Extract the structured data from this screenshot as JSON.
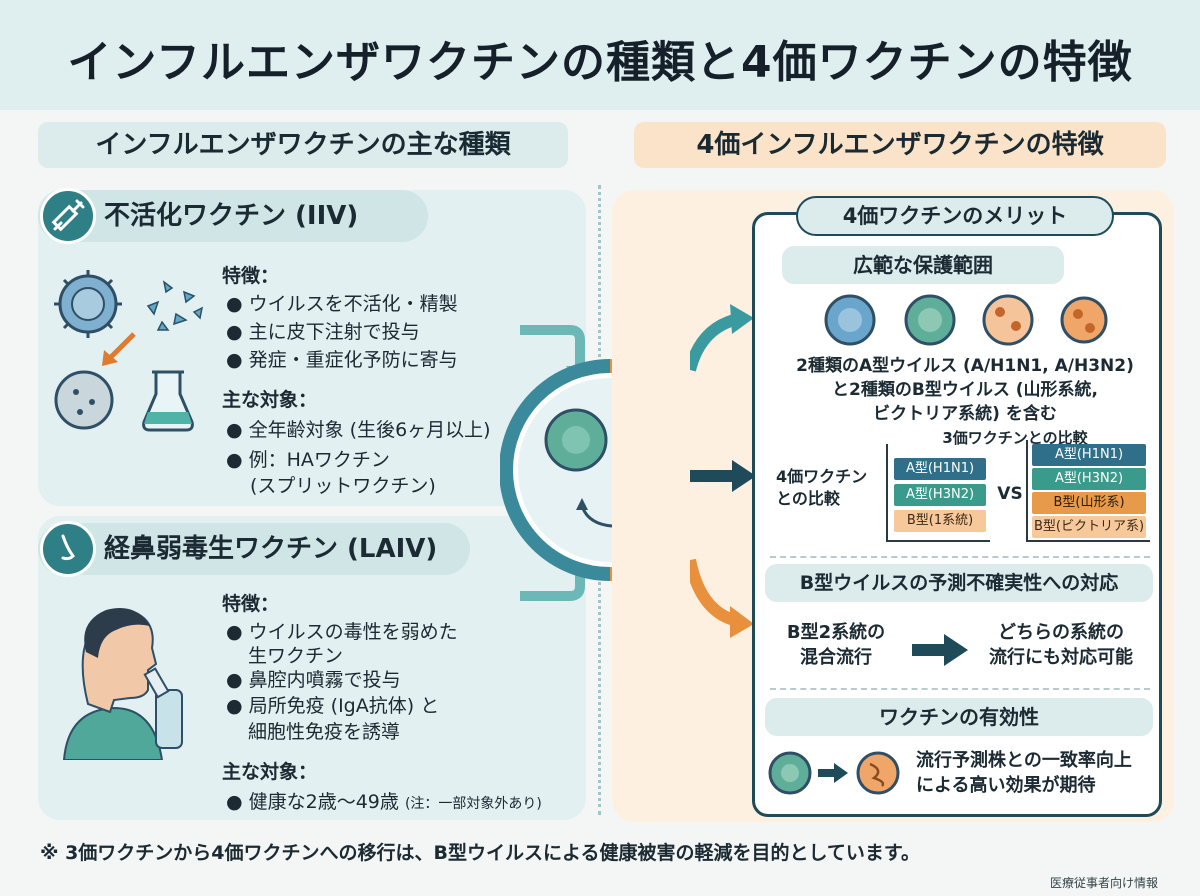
{
  "title": "インフルエンザワクチンの種類と4価ワクチンの特徴",
  "left_header": "インフルエンザワクチンの主な種類",
  "right_header": "4価インフルエンザワクチンの特徴",
  "iiv": {
    "title": "不活化ワクチン (IIV)",
    "features_label": "特徴：",
    "features": [
      "ウイルスを不活化・精製",
      "主に皮下注射で投与",
      "発症・重症化予防に寄与"
    ],
    "targets_label": "主な対象：",
    "targets": [
      "全年齢対象 (生後6ヶ月以上)",
      "例：HAワクチン",
      "(スプリットワクチン)"
    ]
  },
  "laiv": {
    "title": "経鼻弱毒生ワクチン (LAIV)",
    "features_label": "特徴：",
    "features": [
      "ウイルスの毒性を弱めた",
      "生ワクチン",
      "鼻腔内噴霧で投与",
      "局所免疫 (IgA抗体) と",
      "細胞性免疫を誘導"
    ],
    "targets_label": "主な対象：",
    "target_main": "健康な2歳〜49歳",
    "target_note": "(注：一部対象外あり)"
  },
  "merit": {
    "title": "4価ワクチンのメリット",
    "range_title": "広範な保護範囲",
    "range_lines": [
      "2種類のA型ウイルス (A/H1N1, A/H3N2)",
      "と2種類のB型ウイルス (山形系統,",
      "ビクトリア系統) を含む"
    ],
    "compare_top": "3価ワクチンとの比較",
    "compare_left": [
      "4価ワクチン",
      "との比較"
    ],
    "vs": "VS",
    "trivalent_bars": [
      "A型(H1N1)",
      "A型(H3N2)",
      "B型(1系統)"
    ],
    "quadrivalent_bars": [
      "A型(H1N1)",
      "A型(H3N2)",
      "B型(山形系)",
      "B型(ビクトリア系)"
    ],
    "uncert_title": "B型ウイルスの予測不確実性への対応",
    "uncert_left": [
      "B型2系統の",
      "混合流行"
    ],
    "uncert_right": [
      "どちらの系統の",
      "流行にも対応可能"
    ],
    "eff_title": "ワクチンの有効性",
    "eff_lines": [
      "流行予測株との一致率向上",
      "による高い効果が期待"
    ]
  },
  "footnote": "※ 3価ワクチンから4価ワクチンへの移行は、B型ウイルスによる健康被害の軽減を目的としています。",
  "byline": "医療従事者向け情報",
  "colors": {
    "teal": "#2e7f86",
    "dark_navy": "#1e4a5a",
    "orange": "#e8903c",
    "light_teal": "#dcebec",
    "light_orange": "#fbe3c9"
  }
}
